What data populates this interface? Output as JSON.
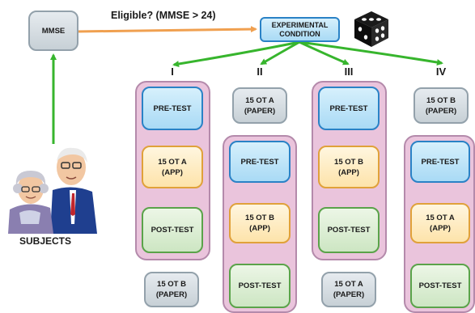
{
  "mmse_label": "MMSE",
  "eligibility_label": "Eligible? (MMSE > 24)",
  "condition_label": "EXPERIMENTAL\nCONDITION",
  "subjects_label": "SUBJECTS",
  "icons": {
    "dice": "dice-icon",
    "subjects": "elderly-couple-icon"
  },
  "colors": {
    "green_arrow": "#37b52d",
    "orange_arrow": "#f0a050",
    "lane_fill": "#eac4dc"
  },
  "conditions": [
    {
      "numeral": "I",
      "top": "",
      "lane": [
        "PRE-TEST",
        "15 OT A\n(APP)",
        "POST-TEST"
      ],
      "bottom": "15 OT B\n(PAPER)"
    },
    {
      "numeral": "II",
      "top": "15 OT A\n(PAPER)",
      "lane": [
        "PRE-TEST",
        "15 OT B\n(APP)",
        "POST-TEST"
      ],
      "bottom": ""
    },
    {
      "numeral": "III",
      "top": "",
      "lane": [
        "PRE-TEST",
        "15 OT B\n(APP)",
        "POST-TEST"
      ],
      "bottom": "15 OT A\n(PAPER)"
    },
    {
      "numeral": "IV",
      "top": "15 OT B\n(PAPER)",
      "lane": [
        "PRE-TEST",
        "15 OT A\n(APP)",
        "POST-TEST"
      ],
      "bottom": ""
    }
  ]
}
